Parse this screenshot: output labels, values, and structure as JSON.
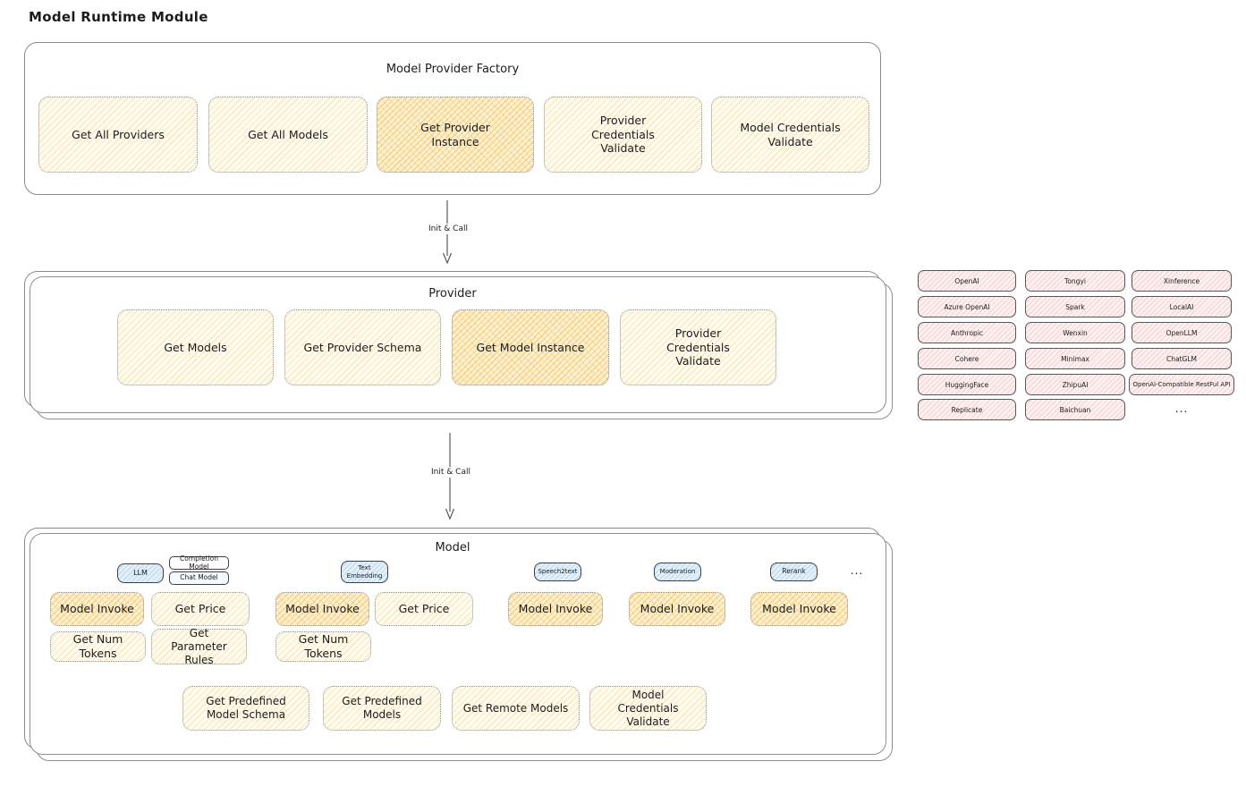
{
  "title": "Model Runtime Module",
  "colors": {
    "border": "#8a8a8a",
    "highlight_fill": "#f5c26b",
    "light_fill": "#fdf8e1",
    "blue_fill": "#d9eaf8",
    "pink_fill": "#fdeded",
    "text": "#1c1c1c"
  },
  "arrows": [
    {
      "label": "Init & Call"
    },
    {
      "label": "Init & Call"
    }
  ],
  "factory": {
    "title": "Model Provider Factory",
    "boxes": [
      {
        "label": "Get All Providers",
        "highlighted": false
      },
      {
        "label": "Get All Models",
        "highlighted": false
      },
      {
        "label": "Get Provider Instance",
        "highlighted": true
      },
      {
        "label": "Provider Credentials Validate",
        "highlighted": false
      },
      {
        "label": "Model Credentials Validate",
        "highlighted": false
      }
    ]
  },
  "provider": {
    "title": "Provider",
    "boxes": [
      {
        "label": "Get Models",
        "highlighted": false
      },
      {
        "label": "Get Provider Schema",
        "highlighted": false
      },
      {
        "label": "Get Model Instance",
        "highlighted": true
      },
      {
        "label": "Provider Credentials Validate",
        "highlighted": false
      }
    ]
  },
  "provider_list": {
    "col1": [
      "OpenAI",
      "Azure OpenAI",
      "Anthropic",
      "Cohere",
      "HuggingFace",
      "Replicate"
    ],
    "col2": [
      "Tongyi",
      "Spark",
      "Wenxin",
      "Minimax",
      "ZhipuAI",
      "Baichuan"
    ],
    "col3": [
      "Xinference",
      "LocalAI",
      "OpenLLM",
      "ChatGLM",
      "OpenAI-Compatible RestFul API"
    ],
    "more": "..."
  },
  "model": {
    "title": "Model",
    "badges": {
      "llm": "LLM",
      "completion": "Completion Model",
      "chat": "Chat Model",
      "text_embedding": "Text Embedding",
      "speech2text": "Speech2text",
      "moderation": "Moderation",
      "rerank": "Rerank",
      "more": "..."
    },
    "labels": {
      "model_invoke": "Model Invoke",
      "get_price": "Get Price",
      "get_num_tokens": "Get Num Tokens",
      "get_parameter_rules": "Get Parameter Rules"
    },
    "bottom_boxes": [
      "Get Predefined Model Schema",
      "Get Predefined Models",
      "Get Remote Models",
      "Model Credentials Validate"
    ]
  }
}
